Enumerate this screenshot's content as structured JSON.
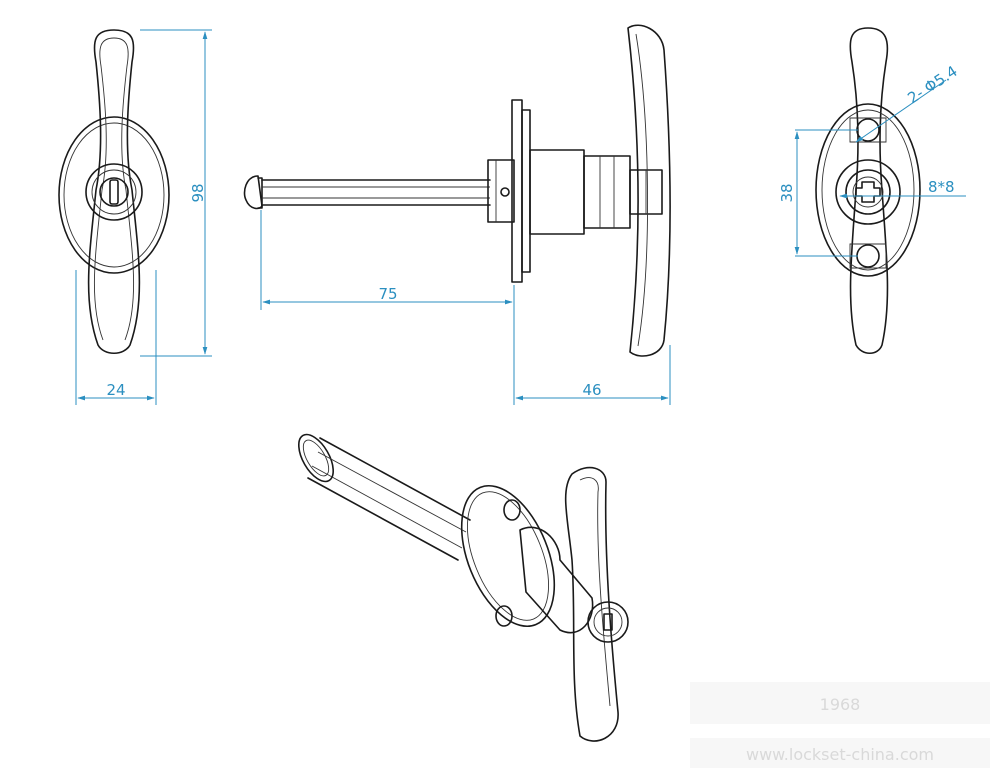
{
  "dimensions": {
    "front_height": "98",
    "front_width": "24",
    "shaft_length": "75",
    "handle_depth": "46",
    "hole_spacing": "38",
    "hole_diameter": "2- Φ5.4",
    "square_drive": "8*8"
  },
  "watermark": {
    "line1": "1968",
    "line2": "www.lockset-china.com"
  },
  "colors": {
    "dimension": "#2b8fc0",
    "outline": "#1a1a1a"
  }
}
